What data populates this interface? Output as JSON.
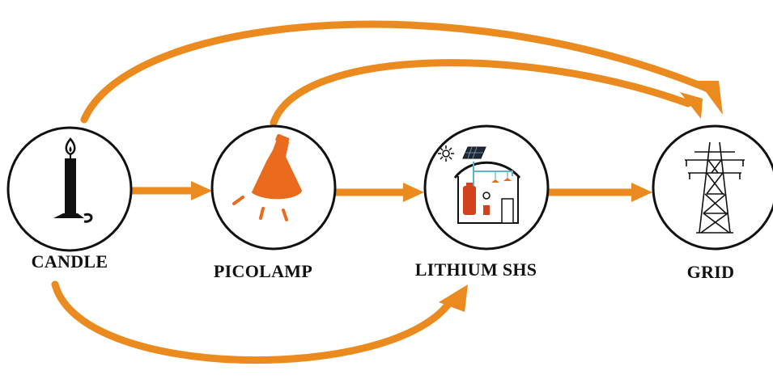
{
  "colors": {
    "arrow": "#EB8A1E",
    "accent": "#EA6A1E",
    "stroke": "#111111",
    "background": "#FFFFFF"
  },
  "nodes": [
    {
      "id": "candle",
      "label": "CANDLE",
      "icon": "candle-icon"
    },
    {
      "id": "picolamp",
      "label": "PICOLAMP",
      "icon": "lamp-icon"
    },
    {
      "id": "lithium_shs",
      "label": "LITHIUM SHS",
      "icon": "solar-house-icon"
    },
    {
      "id": "grid",
      "label": "GRID",
      "icon": "power-tower-icon"
    }
  ],
  "edges": [
    {
      "from": "candle",
      "to": "picolamp"
    },
    {
      "from": "picolamp",
      "to": "lithium_shs"
    },
    {
      "from": "lithium_shs",
      "to": "grid"
    },
    {
      "from": "candle",
      "to": "grid"
    },
    {
      "from": "picolamp",
      "to": "grid"
    },
    {
      "from": "candle",
      "to": "lithium_shs"
    }
  ]
}
